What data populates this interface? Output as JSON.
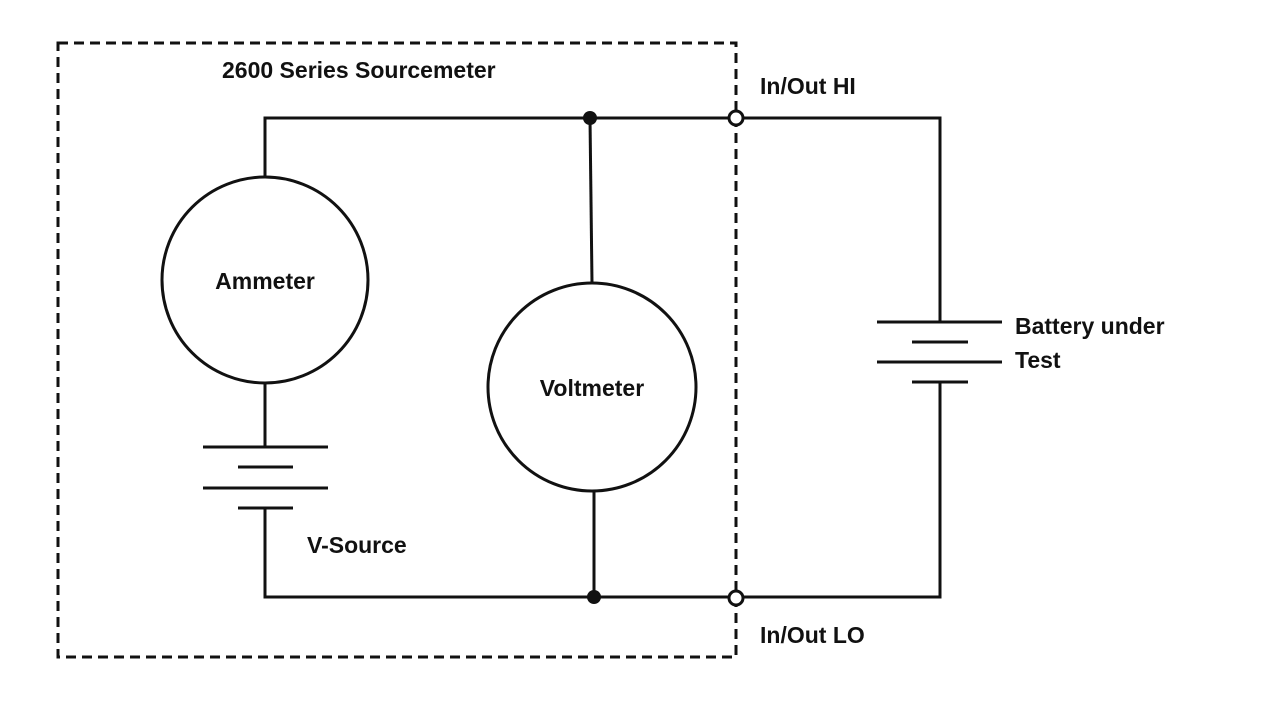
{
  "title": "2600 Series Sourcemeter",
  "components": {
    "ammeter": "Ammeter",
    "voltmeter": "Voltmeter",
    "vsource": "V-Source",
    "battery_line1": "Battery under",
    "battery_line2": "Test"
  },
  "terminals": {
    "hi": "In/Out HI",
    "lo": "In/Out LO"
  },
  "colors": {
    "ink": "#111111",
    "background": "#ffffff"
  }
}
